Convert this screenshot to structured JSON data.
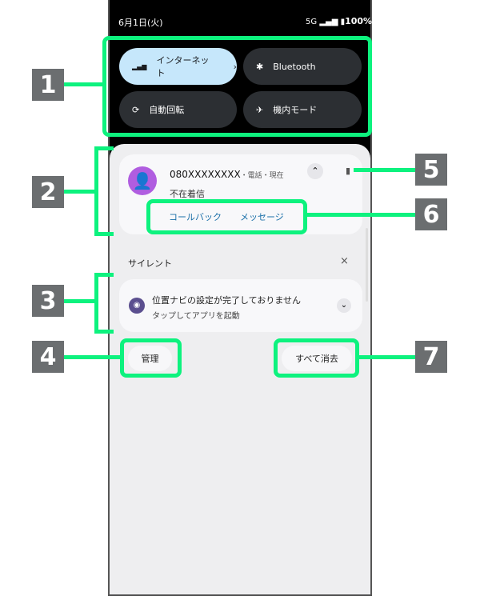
{
  "status": {
    "date": "6月1日(火)",
    "network": "5G",
    "battery": "100%"
  },
  "quick_settings": [
    {
      "label": "インターネット",
      "icon": "signal-icon",
      "active": true
    },
    {
      "label": "Bluetooth",
      "icon": "bluetooth-icon",
      "active": false
    },
    {
      "label": "自動回転",
      "icon": "rotate-icon",
      "active": false
    },
    {
      "label": "機内モード",
      "icon": "airplane-icon",
      "active": false
    }
  ],
  "call_notification": {
    "number": "080XXXXXXXX",
    "meta": "・電話・現在",
    "text": "不在着信",
    "actions": [
      "コールバック",
      "メッセージ"
    ]
  },
  "silent": {
    "header": "サイレント",
    "close": "×",
    "title": "位置ナビの設定が完了しておりません",
    "subtitle": "タップしてアプリを起動"
  },
  "buttons": {
    "manage": "管理",
    "clear_all": "すべて消去"
  },
  "callouts": [
    "1",
    "2",
    "3",
    "4",
    "5",
    "6",
    "7"
  ],
  "colors": {
    "accent": "#0df27e",
    "link": "#1a6fa8"
  }
}
